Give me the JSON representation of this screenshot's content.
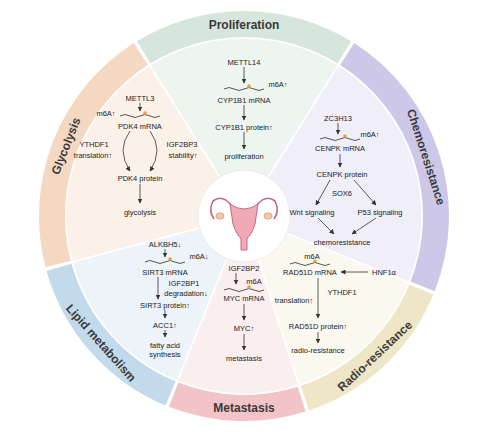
{
  "diagram": {
    "nodes": [
      {
        "text": [
          "Proliferation"
        ]
      },
      {
        "text": [
          "Chemoresistance"
        ]
      },
      {
        "text": [
          "Radio-resistance"
        ]
      },
      {
        "text": [
          "Metastasis"
        ]
      },
      {
        "text": [
          "Lipid metabolism"
        ]
      },
      {
        "text": [
          "Glycolysis"
        ]
      }
    ],
    "labels": [
      "METTL14",
      "m6A↑",
      "CYP1B1 mRNA",
      "CYP1B1 protein↑",
      "proliferation",
      "ZC3H13",
      "m6A↑",
      "CENPK mRNA",
      "CENPK protein",
      "SOX6",
      "Wnt signaling",
      "P53 signaling",
      "chemoresistance",
      "m6A",
      "RAD51D mRNA",
      "HNF1α",
      "YTHDF1",
      "translation↑",
      "RAD51D protein↑",
      "radio-resistance",
      "IGF2BP2",
      "m6A",
      "MYC mRNA",
      "MYC↑",
      "metastasis",
      "ALKBH5↓",
      "m6A↓",
      "SIRT3 mRNA",
      "IGF2BP1",
      "degradation↓",
      "SIRT3 protein↑",
      "ACC1↑",
      "fatty acid synthesis",
      "METTL3",
      "m6A↑",
      "PDK4 mRNA",
      "YTHDF1",
      "IGF2BP3",
      "translation↑",
      "stability↑",
      "PDK4 protein",
      "glycolysis"
    ]
  }
}
